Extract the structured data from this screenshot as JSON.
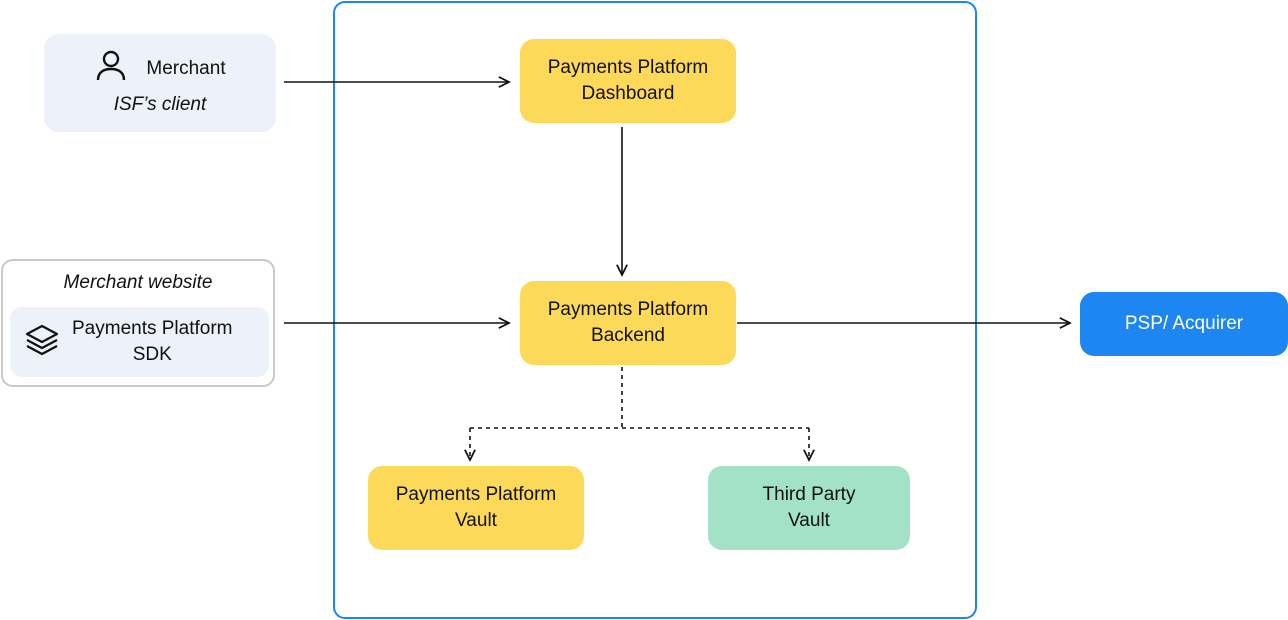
{
  "merchant": {
    "label": "Merchant",
    "sublabel": "ISF’s client",
    "icon": "user-icon"
  },
  "merchant_website": {
    "title": "Merchant website",
    "sdk_line1": "Payments Platform",
    "sdk_line2": "SDK",
    "icon": "layers-icon"
  },
  "nodes": {
    "dashboard": {
      "line1": "Payments Platform",
      "line2": "Dashboard"
    },
    "backend": {
      "line1": "Payments Platform",
      "line2": "Backend"
    },
    "vault": {
      "line1": "Payments Platform",
      "line2": "Vault"
    },
    "third_party_vault": {
      "line1": "Third Party",
      "line2": "Vault"
    },
    "psp": {
      "label": "PSP/ Acquirer"
    }
  },
  "colors": {
    "platform_border": "#1e86f0",
    "platform_node": "#fdd95a",
    "third_party_node": "#a3e2c6",
    "external_node": "#1e86f0",
    "merchant_bg": "#ecf1fa"
  },
  "edges": [
    {
      "from": "Merchant",
      "to": "Payments Platform Dashboard",
      "style": "solid"
    },
    {
      "from": "Payments Platform Dashboard",
      "to": "Payments Platform Backend",
      "style": "solid"
    },
    {
      "from": "Payments Platform SDK",
      "to": "Payments Platform Backend",
      "style": "solid"
    },
    {
      "from": "Payments Platform Backend",
      "to": "PSP/ Acquirer",
      "style": "solid"
    },
    {
      "from": "Payments Platform Backend",
      "to": "Payments Platform Vault",
      "style": "dashed"
    },
    {
      "from": "Payments Platform Backend",
      "to": "Third Party Vault",
      "style": "dashed"
    }
  ]
}
